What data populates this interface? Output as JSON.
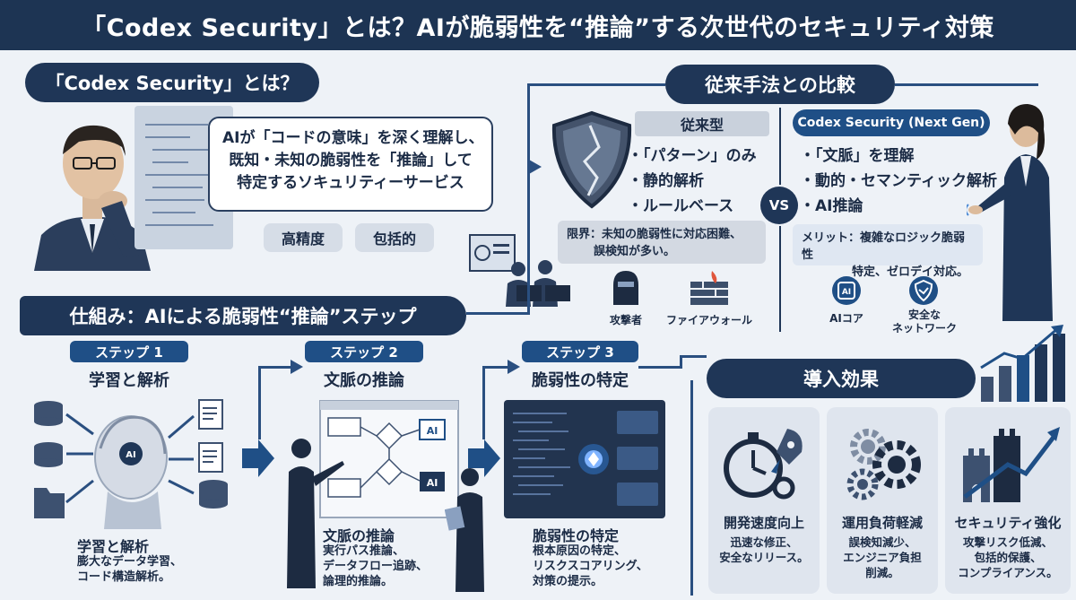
{
  "title": "「Codex Security」とは？AIが脆弱性を“推論”する次世代のセキュリティ対策",
  "intro": {
    "heading": "「Codex Security」とは？",
    "bubble_lines": [
      "AIが「コードの意味」を深く理解し、",
      "既知・未知の脆弱性を「推論」して",
      "特定するソキュリティーサービス"
    ],
    "tags": [
      "高精度",
      "包括的"
    ]
  },
  "comparison": {
    "heading": "従来手法との比較",
    "traditional": {
      "label": "従来型",
      "items": [
        "・「パターン」のみ",
        "・静的解析",
        "・ルールベース"
      ],
      "limit_lines": [
        "限界：未知の脆弱性に対応困難、",
        "誤検知が多い。"
      ],
      "icons": [
        "攻撃者",
        "ファイアウォール"
      ]
    },
    "vs": "VS",
    "codex": {
      "label": "Codex Security (Next Gen)",
      "items": [
        "・「文脈」を理解",
        "・動的・セマンティック解析",
        "・AI推論"
      ],
      "merit_lines": [
        "メリット：複雑なロジック脆弱性",
        "特定、ゼロデイ対応。"
      ],
      "icons": [
        "AIコア",
        "安全な\nネットワーク"
      ]
    }
  },
  "mechanism": {
    "heading": "仕組み：AIによる脆弱性“推論”ステップ",
    "steps": [
      {
        "label": "ステップ 1",
        "title": "学習と解析",
        "head": "学習と解析",
        "desc": [
          "膨大なデータ学習、",
          "コード構造解析。"
        ]
      },
      {
        "label": "ステップ 2",
        "title": "文脈の推論",
        "head": "文脈の推論",
        "desc": [
          "実行パス推論、",
          "データフロー追跡、",
          "論理的推論。"
        ]
      },
      {
        "label": "ステップ 3",
        "title": "脆弱性の特定",
        "head": "脆弱性の特定",
        "desc": [
          "根本原因の特定、",
          "リスクスコアリング、",
          "対策の提示。"
        ]
      }
    ]
  },
  "effects": {
    "heading": "導入効果",
    "cards": [
      {
        "title": "開発速度向上",
        "desc": [
          "迅速な修正、",
          "安全なリリース。"
        ]
      },
      {
        "title": "運用負荷軽減",
        "desc": [
          "誤検知減少、",
          "エンジニア負担",
          "削減。"
        ]
      },
      {
        "title": "セキュリティ強化",
        "desc": [
          "攻撃リスク低減、",
          "包括的保護、",
          "コンプライアンス。"
        ]
      }
    ]
  },
  "colors": {
    "navy": "#1f3657",
    "accent_blue": "#1f4f86",
    "light_panel": "#dfe5ee"
  }
}
